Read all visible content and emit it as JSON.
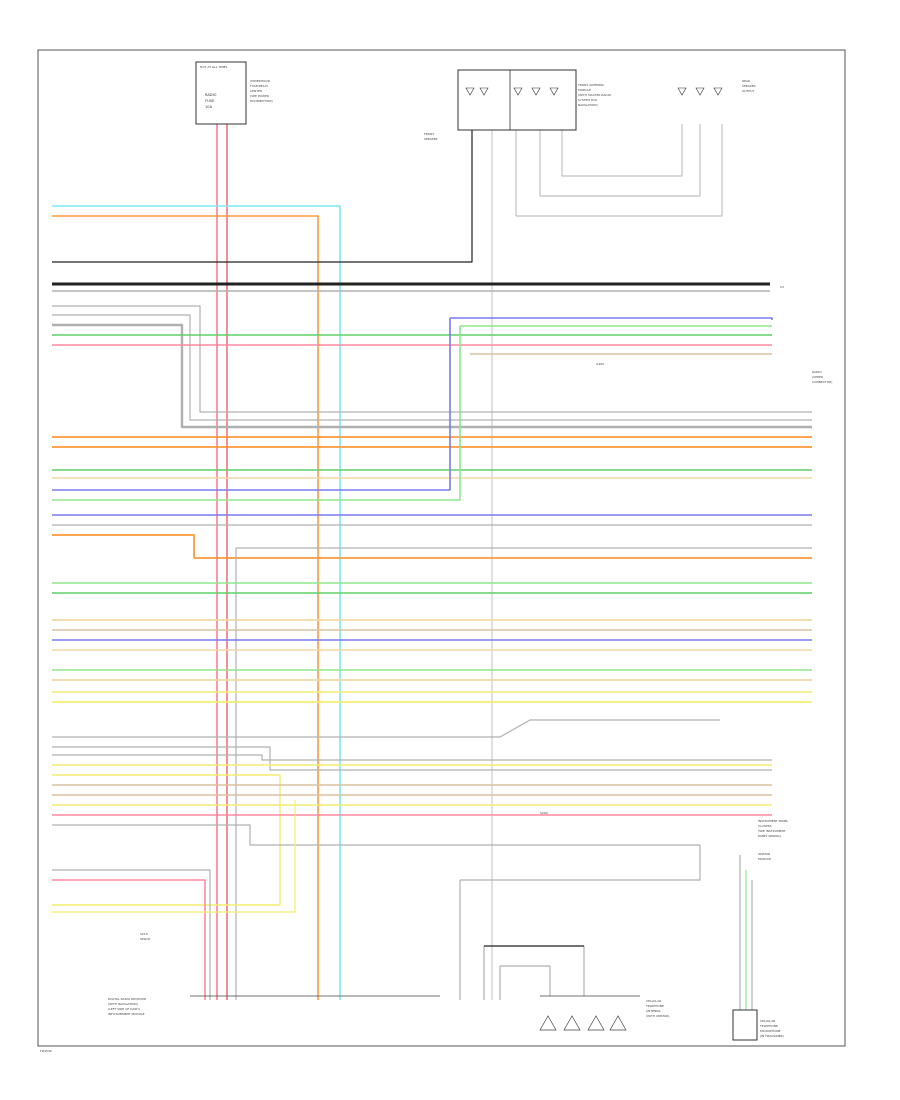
{
  "page": {
    "footer_code": "FD4540"
  },
  "colors": {
    "GRY": "#b0b0b0",
    "BLK": "#222222",
    "ORN": "#ff9a3c",
    "LT BLU": "#7fe8f2",
    "DK GRN": "#5fcf66",
    "LT GRN": "#8fe68f",
    "BRN": "#d8c2a0",
    "TAN": "#efd9a6",
    "YEL": "#f4ee70",
    "PNK": "#ff8aa0",
    "PPL": "#7a7af0",
    "WHT": "#d8d8d8",
    "RED": "#f06060"
  },
  "components": {
    "top_fuse": {
      "title": "HOT AT ALL TIMES",
      "lines": [
        "RADIO",
        "FUSE",
        "10A"
      ],
      "note": [
        "UNDERHOOD",
        "FUSE/RELAY",
        "CENTER",
        "(SEE POWER",
        "DISTRIBUTION)"
      ]
    },
    "front_speaker": {
      "lines": [
        "FRONT",
        "SPEAKER"
      ]
    },
    "front_antenna": {
      "lines": [
        "FRONT ANTENNA",
        "MODULE",
        "(WITH MASTER RADIO",
        "SYSTEM W/O",
        "NAVIGATION)"
      ]
    },
    "rear_speaker": {
      "lines": [
        "REAR",
        "SPEAKER",
        "OUTPUT"
      ]
    },
    "g200_label": "G200",
    "ground_label": "S200",
    "right_radio": {
      "lines": [
        "RADIO",
        "(UPPER",
        "CONNECTOR)"
      ]
    },
    "connector_c2": "C2",
    "bottom_left": {
      "lines": [
        "DIGITAL RADIO RECEIVER",
        "(WITH NAVIGATION)",
        "(LEFT SIDE OF DASH)",
        "INFOTAINMENT MODULE"
      ]
    },
    "bottom_mid": {
      "lines": [
        "S210",
        "SPLICE"
      ]
    },
    "bottom_right_mod": {
      "lines": [
        "CELLULAR",
        "TELEPHONE",
        "ANTENNA",
        "(WITH ONSTAR)"
      ]
    },
    "bottom_right_box": {
      "lines": [
        "CELLULAR",
        "TELEPHONE",
        "MICROPHONE",
        "(IN HEADLINER)"
      ]
    },
    "right_mid_note": {
      "lines": [
        "INSTRUMENT PANEL",
        "CLUSTER",
        "(SEE INSTRUMENT",
        "PANEL WIRING)",
        "ONSTAR",
        "MODULE"
      ]
    }
  }
}
